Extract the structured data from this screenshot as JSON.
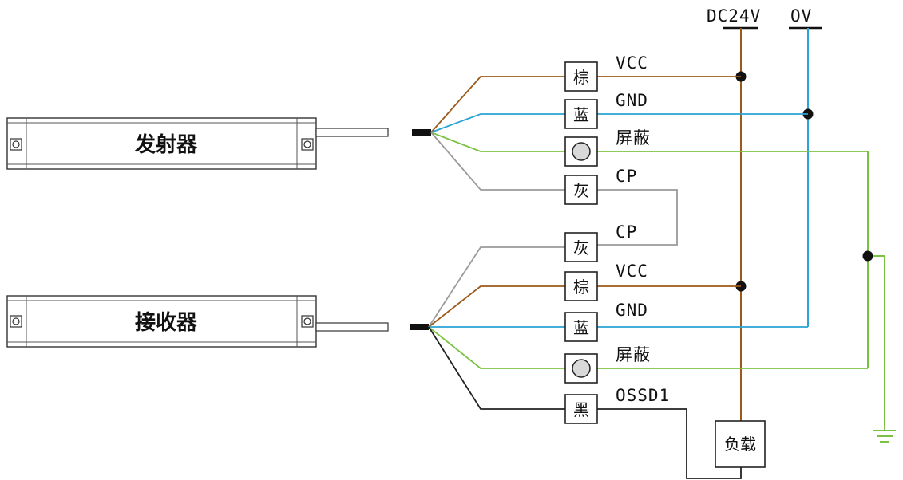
{
  "supply": {
    "positive": "DC24V",
    "negative": "OV"
  },
  "colors": {
    "brown": "#9b5a1a",
    "blue": "#2aa3d6",
    "green": "#7cc242",
    "gray": "#9a9a9a",
    "black": "#222222"
  },
  "emitter": {
    "name": "发射器",
    "wires": [
      {
        "tag": "棕",
        "signal": "VCC"
      },
      {
        "tag": "蓝",
        "signal": "GND"
      },
      {
        "tag": "",
        "signal": "屏蔽"
      },
      {
        "tag": "灰",
        "signal": "CP"
      }
    ]
  },
  "receiver": {
    "name": "接收器",
    "wires": [
      {
        "tag": "灰",
        "signal": "CP"
      },
      {
        "tag": "棕",
        "signal": "VCC"
      },
      {
        "tag": "蓝",
        "signal": "GND"
      },
      {
        "tag": "",
        "signal": "屏蔽"
      },
      {
        "tag": "黑",
        "signal": "OSSD1"
      }
    ]
  },
  "load": {
    "label": "负载"
  },
  "ground_symbol": "ground-icon"
}
